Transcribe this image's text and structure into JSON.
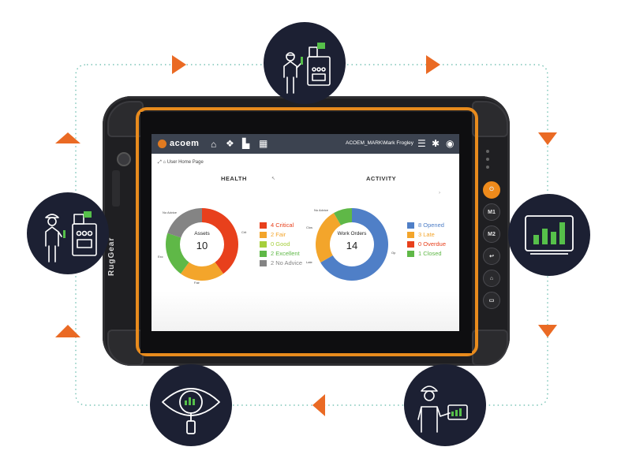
{
  "app": {
    "logo": "acoem",
    "user": "ACOEM_MARK\\Mark Frogley",
    "breadcrumb": "User Home Page",
    "header_icons": [
      "home-icon",
      "assets-icon",
      "report-icon",
      "calendar-icon",
      "menu-icon",
      "settings-icon",
      "account-icon"
    ]
  },
  "health": {
    "title": "HEALTH",
    "center_label": "Assets",
    "center_value": "10",
    "legend": [
      {
        "label": "4 Critical",
        "color": "#e8401c",
        "value": 4
      },
      {
        "label": "2 Fair",
        "color": "#f3a52b",
        "value": 2
      },
      {
        "label": "0 Good",
        "color": "#a6cf3c",
        "value": 0
      },
      {
        "label": "2 Excellent",
        "color": "#5fb847",
        "value": 2
      },
      {
        "label": "2 No Advice",
        "color": "#848484",
        "value": 2
      }
    ],
    "slice_labels": [
      "Crit",
      "Fair",
      "Exc",
      "No Advice"
    ]
  },
  "activity": {
    "title": "ACTIVITY",
    "center_label": "Work Orders",
    "center_value": "14",
    "legend": [
      {
        "label": "8 Opened",
        "color": "#4f7fc7",
        "value": 8
      },
      {
        "label": "3 Late",
        "color": "#f3a52b",
        "value": 3
      },
      {
        "label": "0 Overdue",
        "color": "#e8401c",
        "value": 0
      },
      {
        "label": "1 Closed",
        "color": "#5fb847",
        "value": 1
      }
    ],
    "slice_labels": [
      "Op",
      "Late",
      "Clos",
      "No Advice"
    ]
  },
  "device": {
    "brand": "RugGear",
    "side_buttons": [
      "power-button",
      "M1",
      "M2",
      "back-button",
      "home-button",
      "recents-button"
    ]
  },
  "cycle": {
    "stages": [
      "technician-at-machine",
      "monitor-chart",
      "technician-with-tablet-chart",
      "insight-eye",
      "technician-at-machine-2"
    ],
    "accent_color": "#ea6a24",
    "stage_bg": "#1c2033",
    "dotted_color": "#5fb8a8"
  }
}
